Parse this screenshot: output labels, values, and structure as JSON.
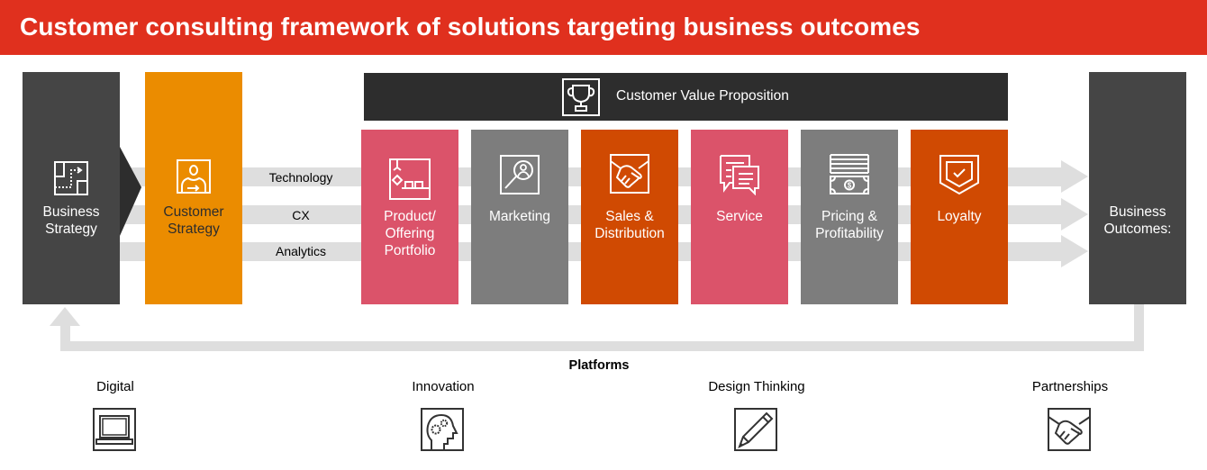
{
  "header": {
    "title": "Customer consulting framework of solutions targeting business outcomes",
    "color": "#e0301e"
  },
  "left_column": {
    "label_line1": "Business",
    "label_line2": "Strategy",
    "icon": "floor-plan-icon",
    "color": "#454545"
  },
  "customer_strategy": {
    "label_line1": "Customer",
    "label_line2": "Strategy",
    "icon": "person-arrow-icon",
    "color": "#eb8c00"
  },
  "bands": [
    {
      "label": "Technology"
    },
    {
      "label": "CX"
    },
    {
      "label": "Analytics"
    }
  ],
  "value_proposition": {
    "label": "Customer Value Proposition",
    "icon": "trophy-icon",
    "color": "#2d2d2d"
  },
  "columns": [
    {
      "label_line1": "Product/",
      "label_line2": "Offering",
      "label_line3": "Portfolio",
      "icon": "robot-arm-icon",
      "color": "#db536a"
    },
    {
      "label_line1": "Marketing",
      "icon": "magnify-person-icon",
      "color": "#7d7d7d"
    },
    {
      "label_line1": "Sales &",
      "label_line2": "Distribution",
      "icon": "handshake-icon",
      "color": "#d04a02"
    },
    {
      "label_line1": "Service",
      "icon": "chat-bubbles-icon",
      "color": "#db536a"
    },
    {
      "label_line1": "Pricing &",
      "label_line2": "Profitability",
      "icon": "money-stack-icon",
      "color": "#7d7d7d"
    },
    {
      "label_line1": "Loyalty",
      "icon": "shield-check-icon",
      "color": "#d04a02"
    }
  ],
  "right_column": {
    "label_line1": "Business",
    "label_line2": "Outcomes:",
    "color": "#454545"
  },
  "platforms": {
    "title": "Platforms",
    "items": [
      {
        "label": "Digital",
        "icon": "laptop-icon"
      },
      {
        "label": "Innovation",
        "icon": "head-gears-icon"
      },
      {
        "label": "Design Thinking",
        "icon": "pencil-icon"
      },
      {
        "label": "Partnerships",
        "icon": "handshake-icon"
      }
    ]
  }
}
